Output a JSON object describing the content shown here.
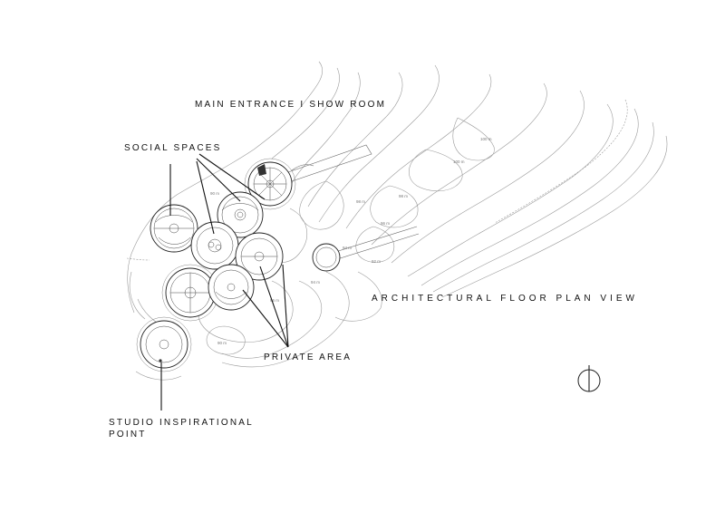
{
  "labels": {
    "main_entrance": "MAIN ENTRANCE I SHOW ROOM",
    "social_spaces": "SOCIAL SPACES",
    "architectural_view": "ARCHITECTURAL  FLOOR PLAN  VIEW",
    "private_area": "PRIVATE AREA",
    "studio_line1": "STUDIO INSPIRATIONAL",
    "studio_line2": "POINT"
  },
  "contour_labels": [
    "100 m",
    "100 m",
    "98 m",
    "98 m",
    "96 m",
    "94 m",
    "92 m",
    "90 m",
    "96 m",
    "94 m",
    "90 m"
  ],
  "icons": {
    "north": "north-arrow-icon"
  }
}
